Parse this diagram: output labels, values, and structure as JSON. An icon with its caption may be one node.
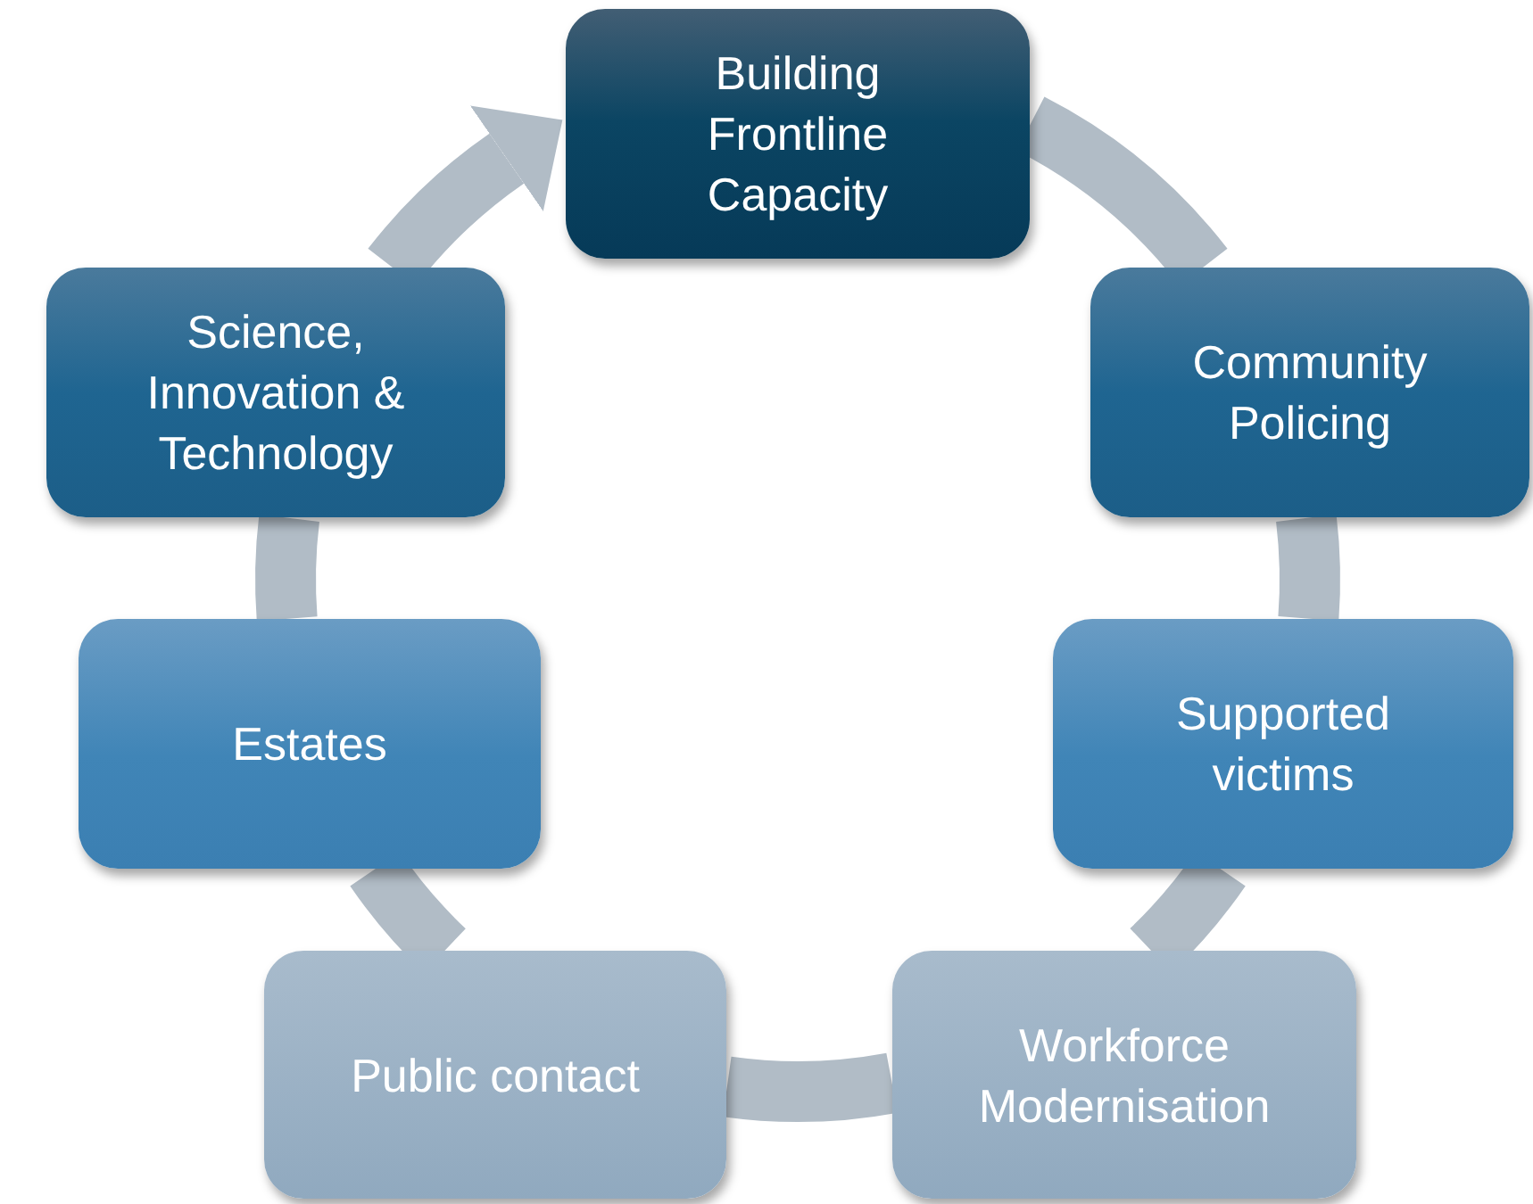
{
  "diagram": {
    "nodes": [
      {
        "text": [
          "Building Frontline Capacity"
        ]
      },
      {
        "text": [
          "Community Policing"
        ]
      },
      {
        "text": [
          "Supported victims"
        ]
      },
      {
        "text": [
          "Workforce Modernisation"
        ]
      },
      {
        "text": [
          "Public contact"
        ]
      },
      {
        "text": [
          "Estates"
        ]
      },
      {
        "text": [
          "Science, Innovation & Technology"
        ]
      }
    ],
    "edges": [
      {
        "from": 0,
        "to": 1,
        "arrow": "none"
      },
      {
        "from": 1,
        "to": 2,
        "arrow": "none"
      },
      {
        "from": 2,
        "to": 3,
        "arrow": "none"
      },
      {
        "from": 3,
        "to": 4,
        "arrow": "none"
      },
      {
        "from": 4,
        "to": 5,
        "arrow": "none"
      },
      {
        "from": 5,
        "to": 6,
        "arrow": "none"
      },
      {
        "from": 6,
        "to": 0,
        "arrow": "to"
      }
    ]
  }
}
